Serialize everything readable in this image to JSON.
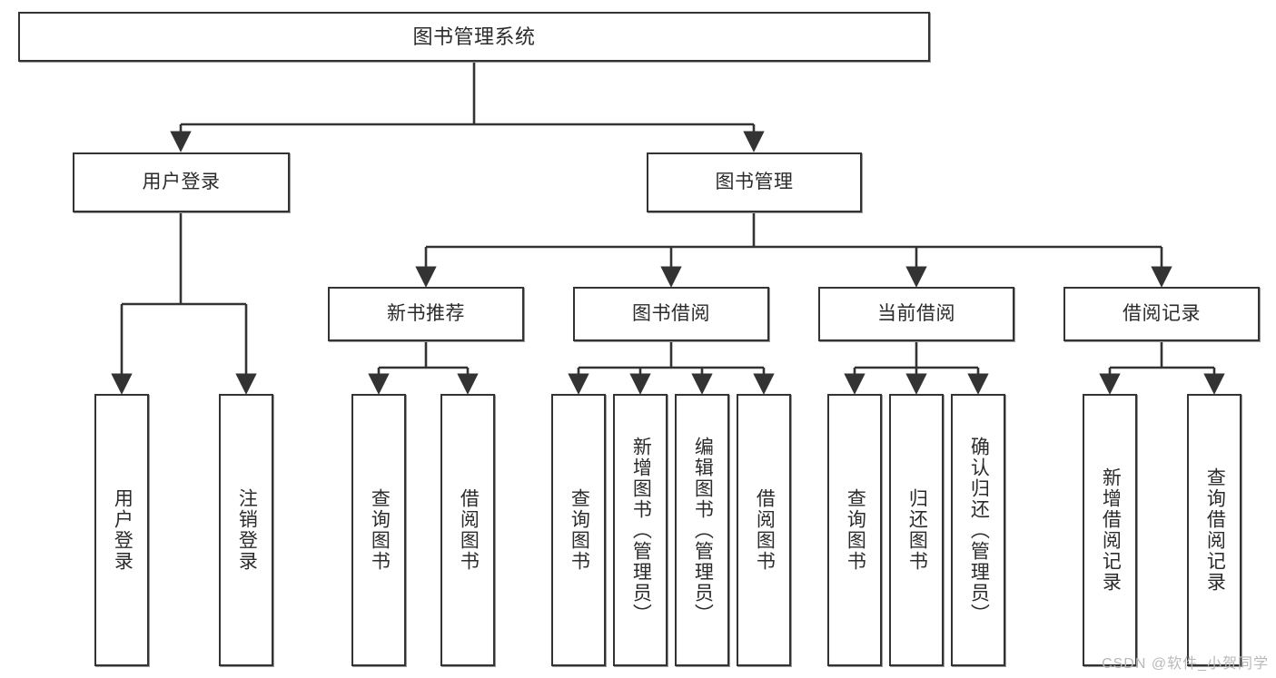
{
  "diagram": {
    "type": "tree",
    "title": "图书管理系统",
    "orientation": "top-down",
    "edge_style": "orthogonal-arrow",
    "colors": {
      "node_border": "#333333",
      "node_fill": "#ffffff",
      "edge": "#333333",
      "text": "#2b2b2b",
      "watermark": "#b9b9b9",
      "background": "#ffffff"
    },
    "levels": [
      {
        "level": 0,
        "nodes": [
          {
            "id": "root",
            "label": "图书管理系统"
          }
        ]
      },
      {
        "level": 1,
        "nodes": [
          {
            "id": "login",
            "label": "用户登录",
            "parent": "root"
          },
          {
            "id": "bookmgmt",
            "label": "图书管理",
            "parent": "root"
          }
        ]
      },
      {
        "level": 2,
        "nodes": [
          {
            "id": "newbook",
            "label": "新书推荐",
            "parent": "bookmgmt"
          },
          {
            "id": "borrow",
            "label": "图书借阅",
            "parent": "bookmgmt"
          },
          {
            "id": "current",
            "label": "当前借阅",
            "parent": "bookmgmt"
          },
          {
            "id": "records",
            "label": "借阅记录",
            "parent": "bookmgmt"
          }
        ]
      },
      {
        "level": 3,
        "nodes": [
          {
            "id": "leaf-1",
            "label": "用户登录",
            "parent": "login"
          },
          {
            "id": "leaf-2",
            "label": "注销登录",
            "parent": "login"
          },
          {
            "id": "leaf-3",
            "label": "查询图书",
            "parent": "newbook"
          },
          {
            "id": "leaf-4",
            "label": "借阅图书",
            "parent": "newbook"
          },
          {
            "id": "leaf-5",
            "label": "查询图书",
            "parent": "borrow"
          },
          {
            "id": "leaf-6",
            "label": "新增图书（管理员）",
            "parent": "borrow"
          },
          {
            "id": "leaf-7",
            "label": "编辑图书（管理员）",
            "parent": "borrow"
          },
          {
            "id": "leaf-8",
            "label": "借阅图书",
            "parent": "borrow"
          },
          {
            "id": "leaf-9",
            "label": "查询图书",
            "parent": "current"
          },
          {
            "id": "leaf-10",
            "label": "归还图书",
            "parent": "current"
          },
          {
            "id": "leaf-11",
            "label": "确认归还（管理员）",
            "parent": "current"
          },
          {
            "id": "leaf-12",
            "label": "新增借阅记录",
            "parent": "records"
          },
          {
            "id": "leaf-13",
            "label": "查询借阅记录",
            "parent": "records"
          }
        ]
      }
    ]
  },
  "watermark": {
    "text": "CSDN @软件_小贺同学"
  }
}
